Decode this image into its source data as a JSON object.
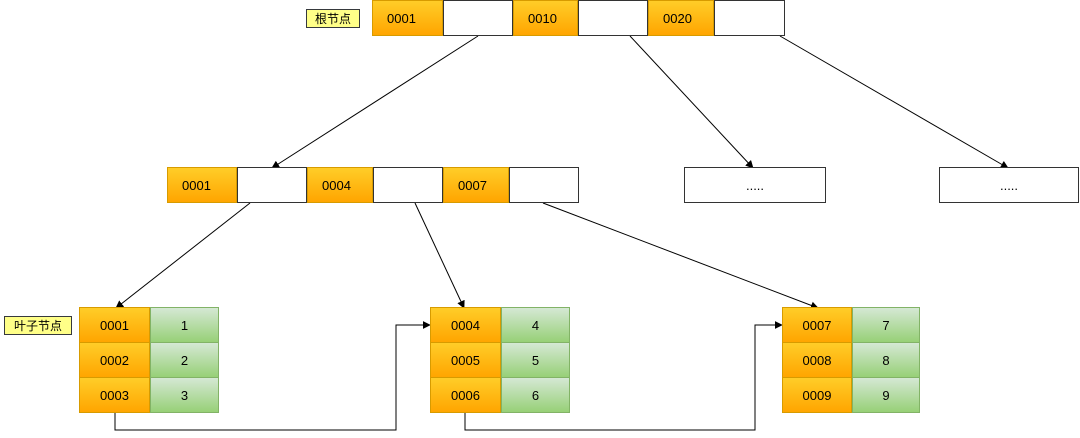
{
  "labels": {
    "root": "根节点",
    "leaf": "叶子节点"
  },
  "root": {
    "keys": [
      "0001",
      "0010",
      "0020"
    ]
  },
  "internal": {
    "keys": [
      "0001",
      "0004",
      "0007"
    ]
  },
  "placeholders": [
    ".....",
    "....."
  ],
  "leaves": [
    {
      "keys": [
        "0001",
        "0002",
        "0003"
      ],
      "values": [
        "1",
        "2",
        "3"
      ]
    },
    {
      "keys": [
        "0004",
        "0005",
        "0006"
      ],
      "values": [
        "4",
        "5",
        "6"
      ]
    },
    {
      "keys": [
        "0007",
        "0008",
        "0009"
      ],
      "values": [
        "7",
        "8",
        "9"
      ]
    }
  ],
  "colors": {
    "key_fill": "#ffa500",
    "key_border": "#d79b00",
    "value_fill": "#97d077",
    "value_border": "#82b366",
    "tag_fill": "#ffff88"
  }
}
